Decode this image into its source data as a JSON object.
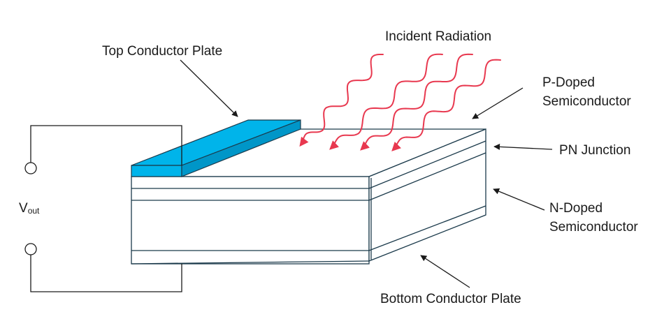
{
  "colors": {
    "conductor": "#00b4ea",
    "conductor_side": "#0096c8",
    "radiation": "#e8384f",
    "outline": "#1b3a4b"
  },
  "labels": {
    "top_plate": "Top Conductor Plate",
    "incident": "Incident Radiation",
    "p_doped_1": "P-Doped",
    "p_doped_2": "Semiconductor",
    "pn_junction": "PN Junction",
    "n_doped_1": "N-Doped",
    "n_doped_2": "Semiconductor",
    "bottom_plate": "Bottom Conductor Plate",
    "vout_main": "V",
    "vout_sub": "out"
  }
}
